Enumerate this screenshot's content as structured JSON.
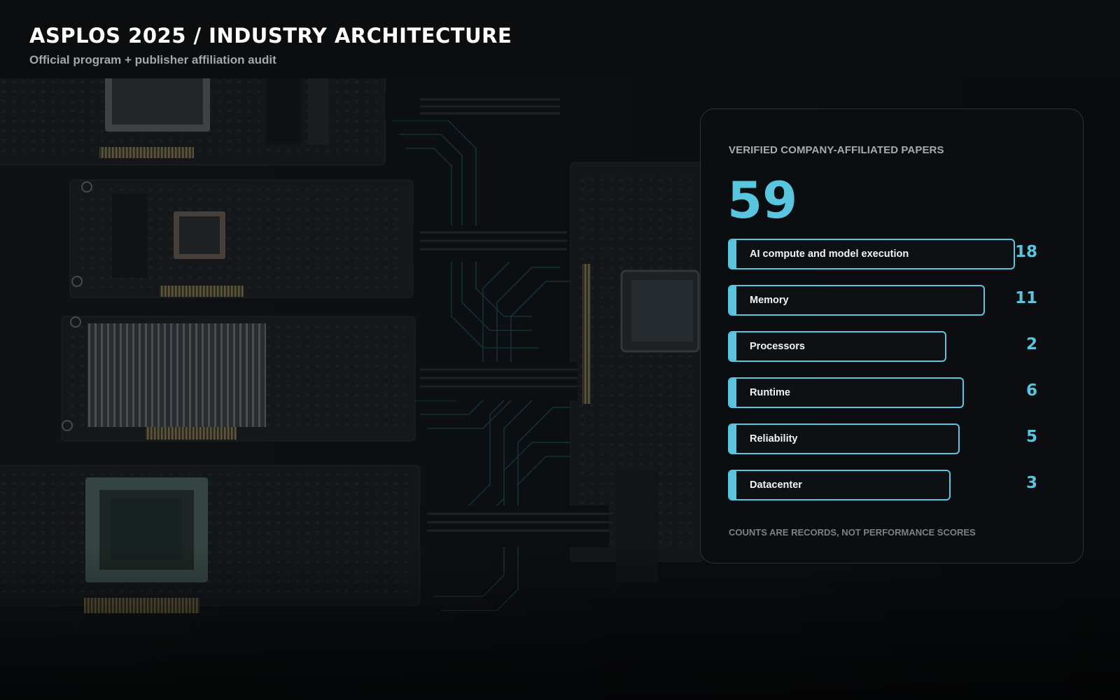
{
  "header": {
    "title": "ASPLOS 2025 / INDUSTRY ARCHITECTURE",
    "subtitle": "Official program + publisher affiliation audit"
  },
  "card": {
    "label": "VERIFIED COMPANY-AFFILIATED PAPERS",
    "total": "59",
    "note": "COUNTS ARE RECORDS, NOT PERFORMANCE SCORES"
  },
  "colors": {
    "accent": "#58c6de",
    "background": "#0a0c0e",
    "card_border": "#2b3035"
  },
  "chart_data": {
    "type": "bar",
    "orientation": "horizontal",
    "categories": [
      "AI compute and model execution",
      "Memory",
      "Processors",
      "Runtime",
      "Reliability",
      "Datacenter"
    ],
    "values": [
      18,
      11,
      2,
      6,
      5,
      3
    ],
    "title": "VERIFIED COMPANY-AFFILIATED PAPERS",
    "xlabel": "",
    "ylabel": "",
    "xlim": [
      0,
      18
    ],
    "grid": false,
    "legend": "none"
  }
}
